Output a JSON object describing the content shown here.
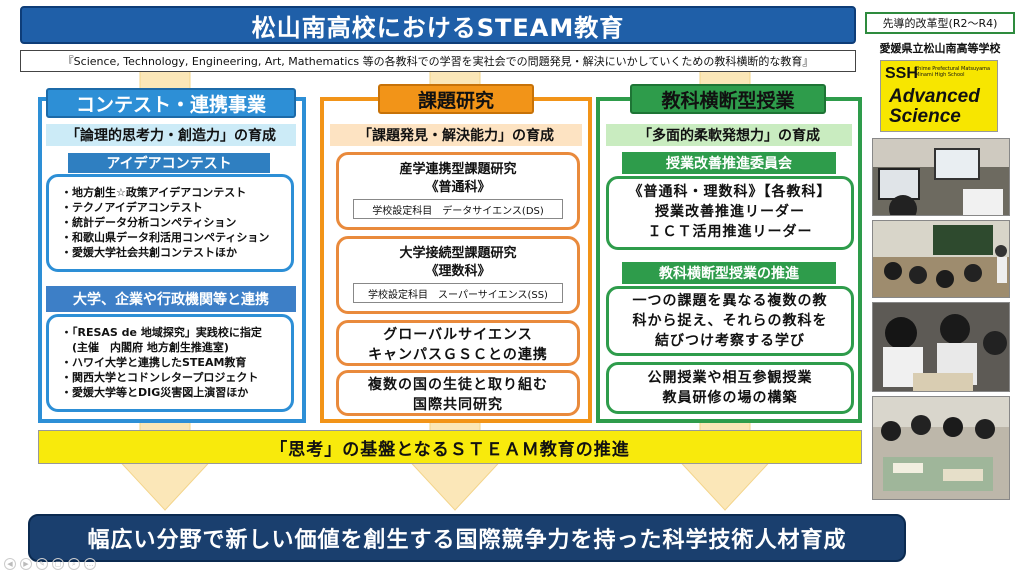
{
  "title": "松山南高校におけるSTEAM教育",
  "subtitle": "『Science, Technology, Engineering, Art, Mathematics 等の各教科での学習を実社会での問題発見・解決にいかしていくための教科横断的な教育』",
  "badge": "先導的改革型(R2〜R4)",
  "school": "愛媛県立松山南高等学校",
  "ssh_logo": {
    "ssh": "SSH",
    "small": "Ehime Prefectural Matsuyama Minami High School",
    "line1": "Advanced",
    "line2": "Science"
  },
  "columns": {
    "blue": {
      "head": "コンテスト・連携事業",
      "sub": "「論理的思考力・創造力」の育成",
      "strip1": "アイデアコンテスト",
      "list1": [
        "・地方創生☆政策アイデアコンテスト",
        "・テクノアイデアコンテスト",
        "・統計データ分析コンペティション",
        "・和歌山県データ利活用コンペティション",
        "・愛媛大学社会共創コンテストほか"
      ],
      "strip2": "大学、企業や行政機関等と連携",
      "list2": [
        "・「RESAS de 地域探究」実践校に指定",
        "　(主催　内閣府 地方創生推進室)",
        "・ハワイ大学と連携したSTEAM教育",
        "・関西大学とコドンレタープロジェクト",
        "・愛媛大学等とDIG災害図上演習ほか"
      ]
    },
    "orange": {
      "head": "課題研究",
      "sub": "「課題発見・解決能力」の育成",
      "box1_title": "産学連携型課題研究",
      "box1_subtitle": "《普通科》",
      "box1_tag": "学校設定科目　データサイエンス(DS)",
      "box2_title": "大学接続型課題研究",
      "box2_subtitle": "《理数科》",
      "box2_tag": "学校設定科目　スーパーサイエンス(SS)",
      "box3_line1": "グローバルサイエンス",
      "box3_line2": "キャンパスＧＳＣとの連携",
      "box4_line1": "複数の国の生徒と取り組む",
      "box4_line2": "国際共同研究"
    },
    "green": {
      "head": "教科横断型授業",
      "sub": "「多面的柔軟発想力」の育成",
      "strip1": "授業改善推進委員会",
      "box1_line1": "《普通科・理数科》【各教科】",
      "box1_line2": "授業改善推進リーダー",
      "box1_line3": "ＩＣＴ活用推進リーダー",
      "strip2": "教科横断型授業の推進",
      "box2_line1": "一つの課題を異なる複数の教",
      "box2_line2": "科から捉え、それらの教科を",
      "box2_line3": "結びつけ考察する学び",
      "box3_line1": "公開授業や相互参観授業",
      "box3_line2": "教員研修の場の構築"
    }
  },
  "bottom_bar": "「思考」の基盤となるＳＴＥＡＭ教育の推進",
  "final_banner": "幅広い分野で新しい価値を創生する国際競争力を持った科学技術人材育成",
  "colors": {
    "title_bg": "#1f5fa8",
    "blue": "#2d8fd6",
    "orange": "#f29418",
    "green": "#2e9c4b",
    "yellow": "#f8ea0c",
    "navy": "#1a3f6e",
    "arrow": "#fbe7b8"
  },
  "controls": [
    "prev-icon",
    "next-icon",
    "pen-icon",
    "copy-icon",
    "zoom-icon",
    "more-icon"
  ]
}
